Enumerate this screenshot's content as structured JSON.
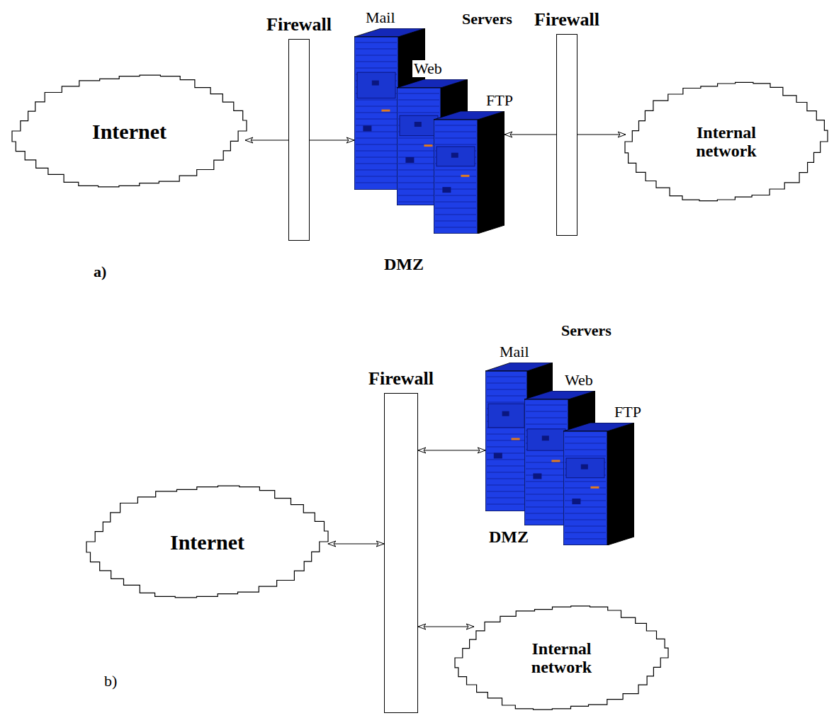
{
  "diagram": {
    "nodes": [
      {
        "text": [
          "Internet"
        ]
      },
      {
        "text": [
          "Firewall"
        ]
      },
      {
        "text": [
          "Mail"
        ]
      },
      {
        "text": [
          "Web"
        ]
      },
      {
        "text": [
          "FTP"
        ]
      },
      {
        "text": [
          "Firewall"
        ]
      },
      {
        "text": [
          "Internal network"
        ]
      },
      {
        "text": [
          "Internet"
        ]
      },
      {
        "text": [
          "Firewall"
        ]
      },
      {
        "text": [
          "Mail"
        ]
      },
      {
        "text": [
          "Web"
        ]
      },
      {
        "text": [
          "FTP"
        ]
      },
      {
        "text": [
          "Internal network"
        ]
      }
    ],
    "edges": [
      {
        "from": 1,
        "to": 0,
        "arrow": "to"
      },
      {
        "from": 1,
        "to": 2,
        "arrow": "to"
      },
      {
        "from": 5,
        "to": 4,
        "arrow": "to"
      },
      {
        "from": 5,
        "to": 6,
        "arrow": "to"
      },
      {
        "from": 7,
        "to": 8,
        "arrow": "both"
      },
      {
        "from": 8,
        "to": 9,
        "arrow": "both"
      },
      {
        "from": 8,
        "to": 12,
        "arrow": "both"
      }
    ],
    "labels": [
      "Servers",
      "DMZ",
      "a)",
      "Servers",
      "DMZ",
      "b)"
    ]
  }
}
